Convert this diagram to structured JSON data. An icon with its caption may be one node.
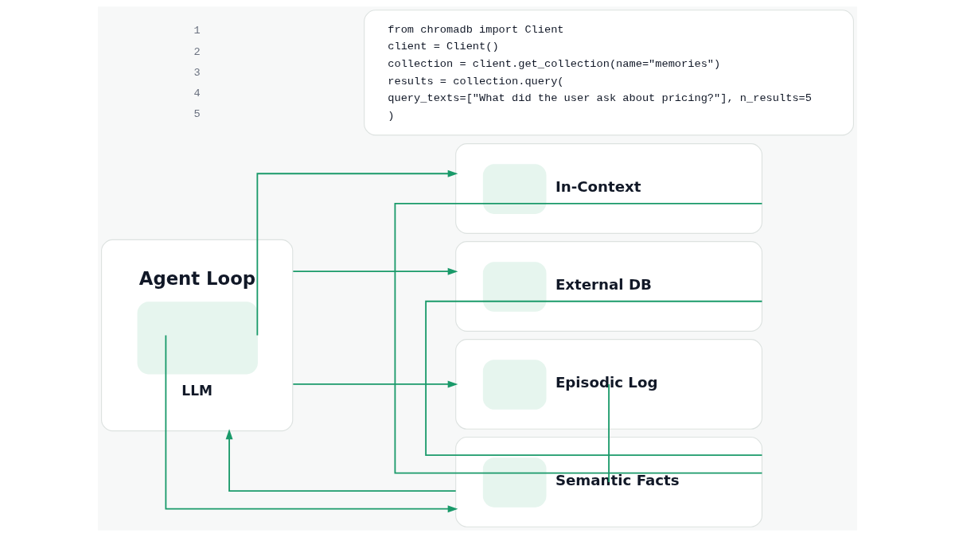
{
  "diagram": {
    "nodes": [
      {
        "text": [
          "Agent Loop",
          "LLM"
        ]
      },
      {
        "text": [
          "In-Context"
        ]
      },
      {
        "text": [
          "External DB"
        ]
      },
      {
        "text": [
          "Episodic Log"
        ]
      },
      {
        "text": [
          "Semantic Facts"
        ]
      },
      {
        "text": [
          "from chromadb import Client",
          "client = Client()",
          "collection = client.get_collection(name=\"memories\")",
          "results = collection.query(",
          "query_texts=[\"What did the user ask about pricing?\"], n_results=5",
          ")"
        ]
      }
    ],
    "edges": [
      {
        "from": 0,
        "to": 1,
        "arrow": "to"
      },
      {
        "from": 0,
        "to": 2,
        "arrow": "to"
      },
      {
        "from": 0,
        "to": 3,
        "arrow": "to"
      },
      {
        "from": 0,
        "to": 4,
        "arrow": "to"
      },
      {
        "from": 1,
        "to": 4,
        "arrow": "none"
      },
      {
        "from": 2,
        "to": 4,
        "arrow": "none"
      },
      {
        "from": 3,
        "to": 4,
        "arrow": "none"
      },
      {
        "from": 4,
        "to": 0,
        "arrow": "to"
      }
    ],
    "labels": [
      "1",
      "2",
      "3",
      "4",
      "5"
    ]
  }
}
